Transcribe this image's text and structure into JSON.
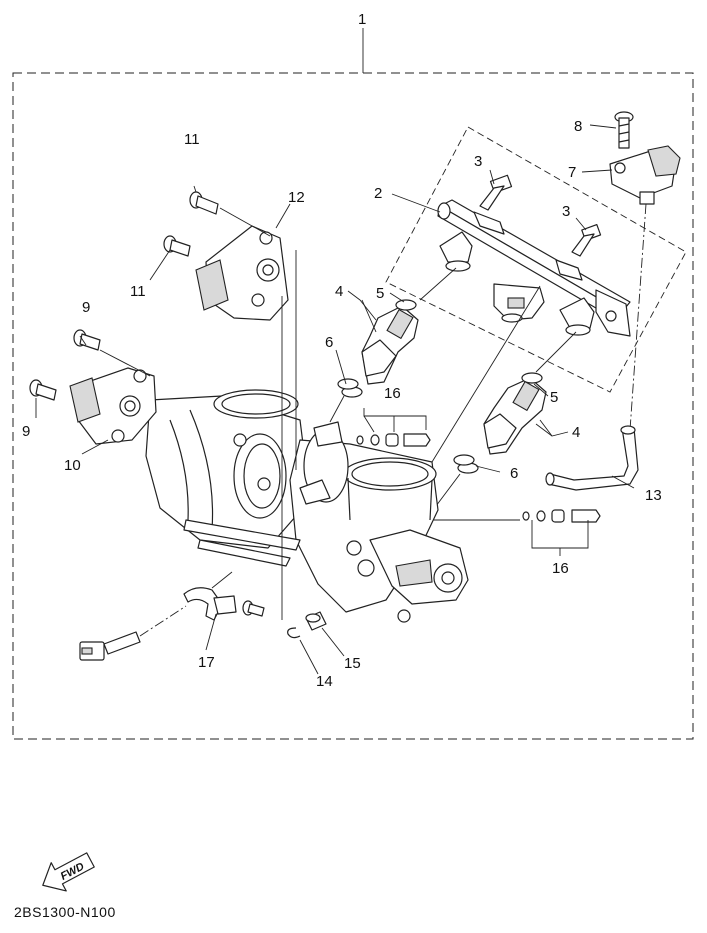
{
  "callouts": [
    {
      "n": "1"
    },
    {
      "n": "2"
    },
    {
      "n": "3"
    },
    {
      "n": "3"
    },
    {
      "n": "4"
    },
    {
      "n": "4"
    },
    {
      "n": "5"
    },
    {
      "n": "5"
    },
    {
      "n": "6"
    },
    {
      "n": "6"
    },
    {
      "n": "7"
    },
    {
      "n": "8"
    },
    {
      "n": "9"
    },
    {
      "n": "9"
    },
    {
      "n": "10"
    },
    {
      "n": "11"
    },
    {
      "n": "11"
    },
    {
      "n": "12"
    },
    {
      "n": "13"
    },
    {
      "n": "14"
    },
    {
      "n": "15"
    },
    {
      "n": "16"
    },
    {
      "n": "16"
    },
    {
      "n": "17"
    }
  ],
  "fwd_arrow": {
    "label": "FWD"
  },
  "diagram_code": "2BS1300-N100"
}
